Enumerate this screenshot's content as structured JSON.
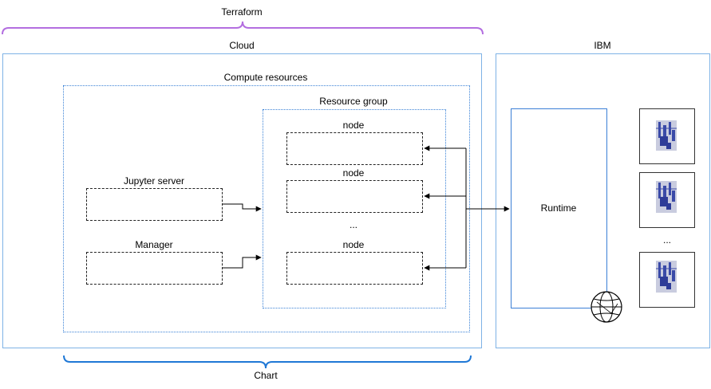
{
  "labels": {
    "terraform": "Terraform",
    "cloud": "Cloud",
    "ibm": "IBM",
    "compute_resources": "Compute resources",
    "resource_group": "Resource group",
    "node_1": "node",
    "node_2": "node",
    "node_ellipsis": "...",
    "node_3": "node",
    "jupyter_server": "Jupyter server",
    "manager": "Manager",
    "runtime": "Runtime",
    "qpu_ellipsis": "...",
    "chart": "Chart"
  },
  "colors": {
    "terraform_brace": "#b36ee0",
    "chart_brace": "#1f78d6",
    "container_border": "#7eb2e6",
    "qpu_chip": "#3a4aa8"
  },
  "icons": {
    "globe": "network-globe-icon",
    "chip": "quantum-chip-icon"
  }
}
